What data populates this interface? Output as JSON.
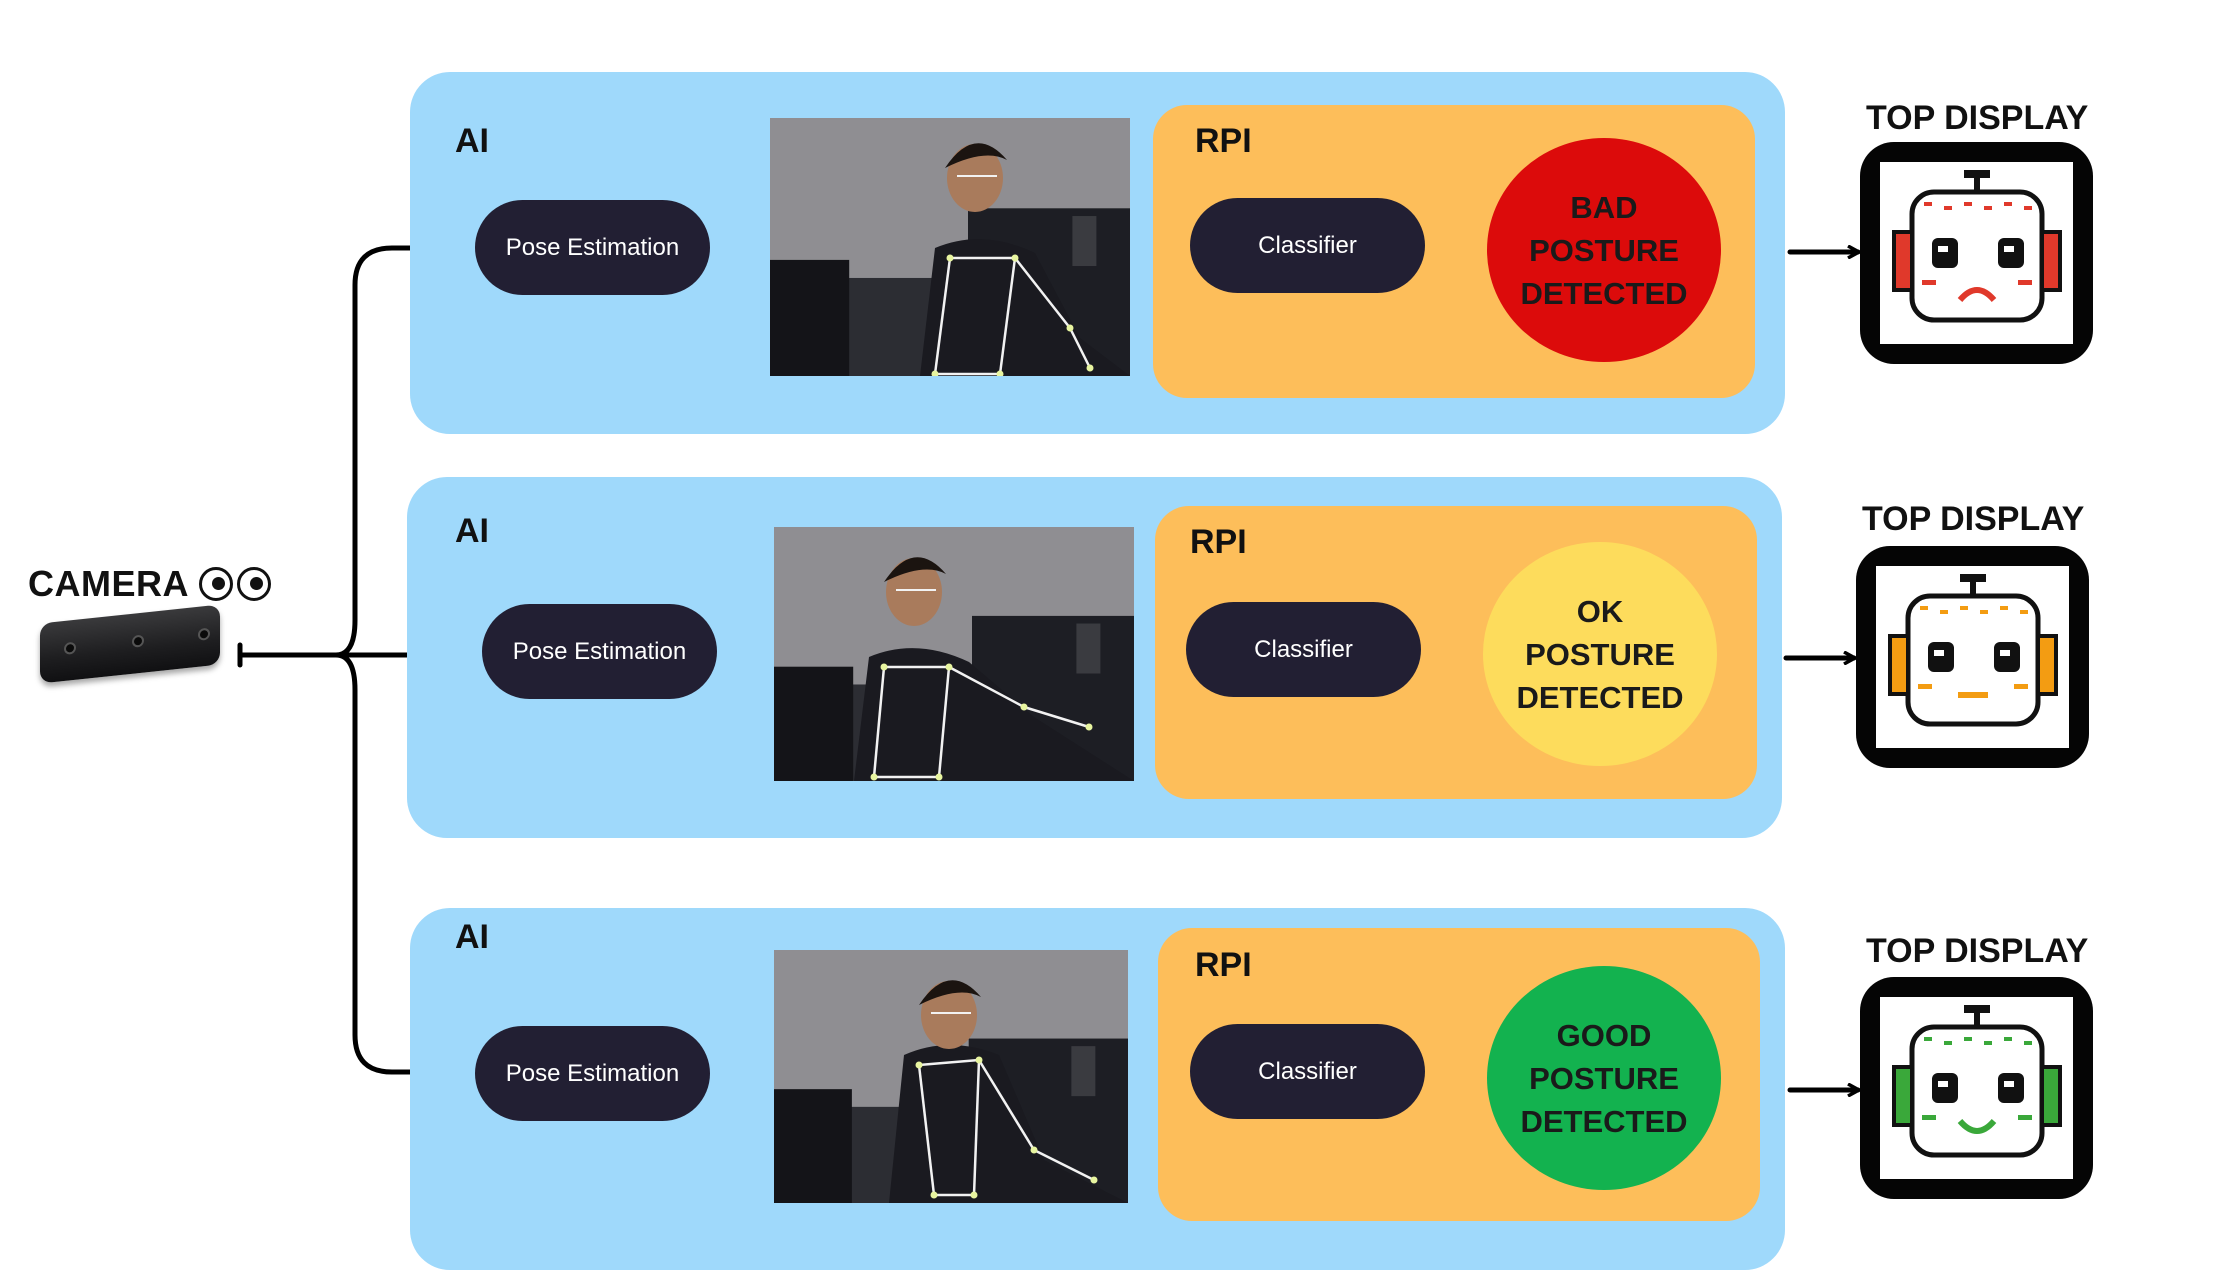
{
  "camera": {
    "label": "CAMERA",
    "icon": "eyes-icon"
  },
  "colors": {
    "ai_panel": "#9fd9fb",
    "rpi_panel": "#fdbe5a",
    "pill": "#221f33",
    "bad": "#dc0b0b",
    "ok": "#fddc5c",
    "good": "#13b24f",
    "arrow": "#000000"
  },
  "rows": [
    {
      "ai_label": "AI",
      "pose_label": "Pose Estimation",
      "rpi_label": "RPI",
      "classifier_label": "Classifier",
      "status_text": "BAD\nPOSTURE\nDETECTED",
      "status_color": "#dc0b0b",
      "display_label": "TOP DISPLAY",
      "face_color": "#e0392b",
      "mood": "sad"
    },
    {
      "ai_label": "AI",
      "pose_label": "Pose Estimation",
      "rpi_label": "RPI",
      "classifier_label": "Classifier",
      "status_text": "OK\nPOSTURE\nDETECTED",
      "status_color": "#fddc5c",
      "display_label": "TOP DISPLAY",
      "face_color": "#f39c12",
      "mood": "neutral"
    },
    {
      "ai_label": "AI",
      "pose_label": "Pose Estimation",
      "rpi_label": "RPI",
      "classifier_label": "Classifier",
      "status_text": "GOOD\nPOSTURE\nDETECTED",
      "status_color": "#13b24f",
      "display_label": "TOP DISPLAY",
      "face_color": "#3aa83a",
      "mood": "happy"
    }
  ]
}
